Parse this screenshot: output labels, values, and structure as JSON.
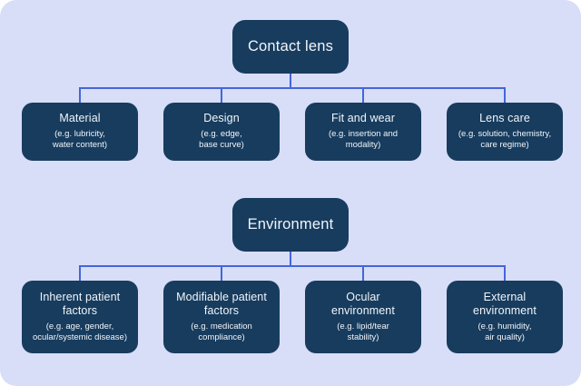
{
  "theme": {
    "panel_bg": "#d8ddf8",
    "node_bg": "#173c5e",
    "line_color": "#4466d9",
    "text_color": "#f2f5fa"
  },
  "trees": [
    {
      "root": {
        "label": "Contact lens"
      },
      "children": [
        {
          "title": "Material",
          "subtitle": "(e.g. lubricity,\nwater content)"
        },
        {
          "title": "Design",
          "subtitle": "(e.g. edge,\nbase curve)"
        },
        {
          "title": "Fit and wear",
          "subtitle": "(e.g. insertion and\nmodality)"
        },
        {
          "title": "Lens care",
          "subtitle": "(e.g. solution, chemistry,\ncare regime)"
        }
      ]
    },
    {
      "root": {
        "label": "Environment"
      },
      "children": [
        {
          "title": "Inherent patient\nfactors",
          "subtitle": "(e.g. age, gender,\nocular/systemic disease)"
        },
        {
          "title": "Modifiable patient\nfactors",
          "subtitle": "(e.g. medication\ncompliance)"
        },
        {
          "title": "Ocular\nenvironment",
          "subtitle": "(e.g. lipid/tear\nstability)"
        },
        {
          "title": "External\nenvironment",
          "subtitle": "(e.g. humidity,\nair quality)"
        }
      ]
    }
  ]
}
